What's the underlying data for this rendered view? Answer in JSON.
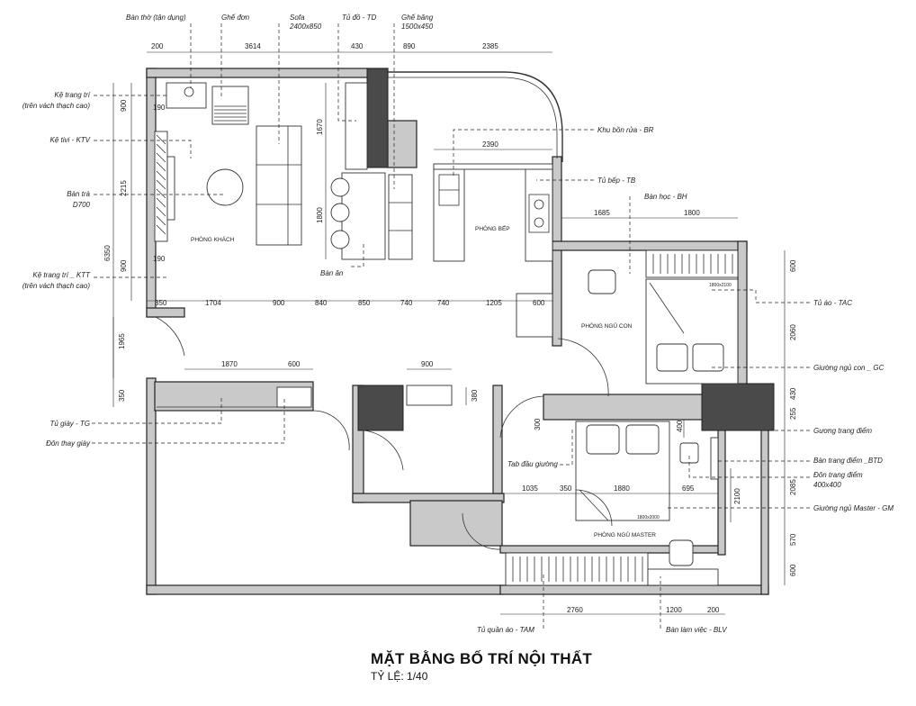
{
  "title": "MẶT BẰNG BỐ TRÍ NỘI THẤT",
  "scale": "TỶ LỆ: 1/40",
  "rooms": {
    "living": "PHÒNG KHÁCH",
    "kitchen": "PHÒNG BẾP",
    "kid_bedroom": "PHÒNG NGỦ CON",
    "master_bedroom": "PHÒNG NGỦ MASTER"
  },
  "bed_sizes": {
    "kid": "1800x2100",
    "master": "1800x2000"
  },
  "labels": {
    "ban_tho": "Bàn thờ (tận dụng)",
    "ghe_don": "Ghế đơn",
    "sofa": "Sofa",
    "sofa_size": "2400x850",
    "tu_do": "Tủ đồ - TD",
    "ghe_bang": "Ghế băng",
    "ghe_bang_size": "1500x450",
    "ke_trang_tri_1": "Kệ trang trí",
    "ke_trang_tri_1_note": "(trên vách thạch cao)",
    "ke_tivi": "Kệ tivi - KTV",
    "ban_tra": "Bàn trà",
    "ban_tra_size": "D700",
    "ke_trang_tri_ktt": "Kệ trang trí _ KTT",
    "ke_trang_tri_ktt_note": "(trên vách thạch cao)",
    "ban_an": "Bàn ăn",
    "khu_bon_rua": "Khu bồn rửa - BR",
    "tu_bep": "Tủ bếp - TB",
    "ban_hoc": "Bàn học - BH",
    "tu_ao": "Tủ áo - TAC",
    "giuong_ngu_con": "Giường ngủ con _ GC",
    "guong_trang_diem": "Gương trang điểm",
    "ban_trang_diem": "Bàn trang điểm _BTD",
    "don_trang_diem": "Đôn trang điểm",
    "don_trang_diem_size": "400x400",
    "giuong_master": "Giường ngủ Master - GM",
    "tab_dau_giuong": "Tab đầu giường",
    "tu_giay": "Tủ giày - TG",
    "don_thay_giay": "Đôn thay giày",
    "tu_quan_ao": "Tủ quần áo - TAM",
    "ban_lam_viec": "Bàn làm việc - BLV"
  },
  "dimensions": {
    "top": [
      "200",
      "3614",
      "430",
      "890",
      "2385"
    ],
    "kitchen_width": "2390",
    "kid_top": [
      "1685",
      "1800"
    ],
    "living_bottom": [
      "350",
      "1704",
      "900",
      "840",
      "850",
      "740",
      "740",
      "1205",
      "600"
    ],
    "entry": [
      "1870",
      "600"
    ],
    "mid_900": "900",
    "mid_380": "380",
    "mid_300": "300",
    "master_row": [
      "1035",
      "350",
      "1880",
      "695"
    ],
    "v_400": "400",
    "v_2100": "2100",
    "bottom": [
      "2760",
      "1200",
      "200"
    ],
    "left_outer": [
      "6350",
      "1965",
      "350"
    ],
    "left_inner": [
      "900",
      "2215",
      "900"
    ],
    "left_small": [
      "190",
      "190"
    ],
    "v_1670": "1670",
    "v_1800": "1800",
    "right": [
      "600",
      "2060",
      "430",
      "255",
      "2085",
      "570",
      "600"
    ]
  }
}
